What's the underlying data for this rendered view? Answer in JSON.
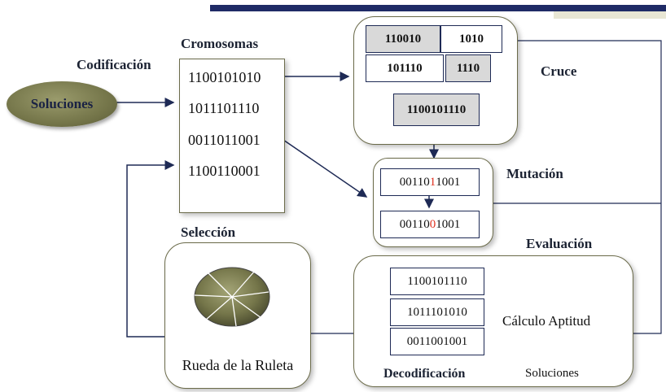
{
  "labels": {
    "codificacion": "Codificación",
    "cromosomas": "Cromosomas",
    "cruce": "Cruce",
    "mutacion": "Mutación",
    "seleccion": "Selección",
    "evaluacion": "Evaluación",
    "rueda": "Rueda de la Ruleta",
    "decodificacion": "Decodificación",
    "calculo": "Cálculo Aptitud",
    "soluciones_small": "Soluciones"
  },
  "soluciones_oval": "Soluciones",
  "chromosomes": [
    "1100101010",
    "1011101110",
    "0011011001",
    "1100110001"
  ],
  "cruce": {
    "parent1_left": "110010",
    "parent1_right": "1010",
    "parent2_left": "101110",
    "parent2_right": "1110",
    "child": "1100101110"
  },
  "mutacion": {
    "before_prefix": "00110",
    "before_bit": "1",
    "before_suffix": "1001",
    "after_prefix": "00110",
    "after_bit": "0",
    "after_suffix": "1001"
  },
  "evaluacion_chromosomes": [
    "1100101110",
    "1011101010",
    "0011001001"
  ],
  "colors": {
    "header_bar": "#1f2b66",
    "header_bar_light": "#e8e6d4",
    "oval": "#75764a",
    "mutated_bit": "#e0301e",
    "cell_gray": "#d9d9d9",
    "line": "#1e2a55"
  }
}
